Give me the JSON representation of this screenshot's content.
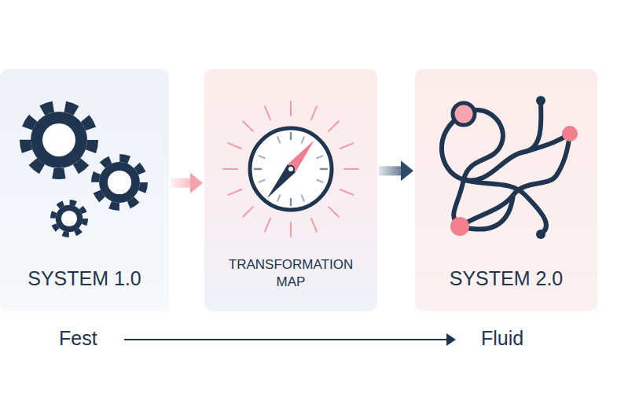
{
  "diagram": {
    "nodes": [
      {
        "text": [
          "SYSTEM 1.0"
        ]
      },
      {
        "text": [
          "TRANSFORMATION MAP"
        ]
      },
      {
        "text": [
          "SYSTEM 2.0"
        ]
      }
    ],
    "edges": [
      {
        "from": 0,
        "to": 1,
        "arrow": "to"
      },
      {
        "from": 1,
        "to": 2,
        "arrow": "to"
      }
    ],
    "labels": [
      "Fest",
      "Fluid"
    ]
  }
}
